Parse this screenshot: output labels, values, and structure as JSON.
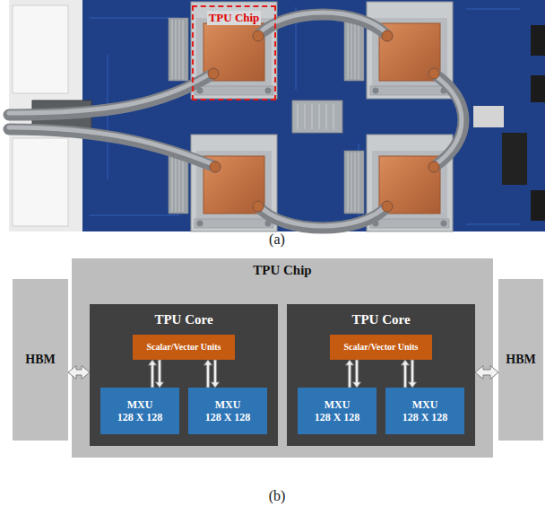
{
  "diagram": {
    "nodes": [
      {
        "text": [
          "TPU Chip"
        ]
      },
      {
        "text": [
          "HBM"
        ]
      },
      {
        "text": [
          "TPU Chip"
        ]
      },
      {
        "text": [
          "TPU Core"
        ],
        "in": 2
      },
      {
        "text": [
          "Scalar/Vector Units"
        ],
        "in": 3
      },
      {
        "text": [
          "MXU",
          "128 X 128"
        ],
        "in": 3
      },
      {
        "text": [
          "MXU",
          "128 X 128"
        ],
        "in": 3
      },
      {
        "text": [
          "TPU Core"
        ],
        "in": 2
      },
      {
        "text": [
          "Scalar/Vector Units"
        ],
        "in": 7
      },
      {
        "text": [
          "MXU",
          "128 X 128"
        ],
        "in": 7
      },
      {
        "text": [
          "MXU",
          "128 X 128"
        ],
        "in": 7
      },
      {
        "text": [
          "HBM"
        ]
      }
    ],
    "edges": [
      {
        "from": 1,
        "to": 3,
        "arrow": "both"
      },
      {
        "from": 4,
        "to": 5,
        "arrow": "to"
      },
      {
        "from": 5,
        "to": 4,
        "arrow": "to"
      },
      {
        "from": 4,
        "to": 6,
        "arrow": "to"
      },
      {
        "from": 6,
        "to": 4,
        "arrow": "to"
      },
      {
        "from": 8,
        "to": 9,
        "arrow": "to"
      },
      {
        "from": 9,
        "to": 8,
        "arrow": "to"
      },
      {
        "from": 8,
        "to": 10,
        "arrow": "to"
      },
      {
        "from": 10,
        "to": 8,
        "arrow": "to"
      },
      {
        "from": 7,
        "to": 11,
        "arrow": "both"
      }
    ],
    "labels": [
      "(a)",
      "(b)"
    ]
  }
}
